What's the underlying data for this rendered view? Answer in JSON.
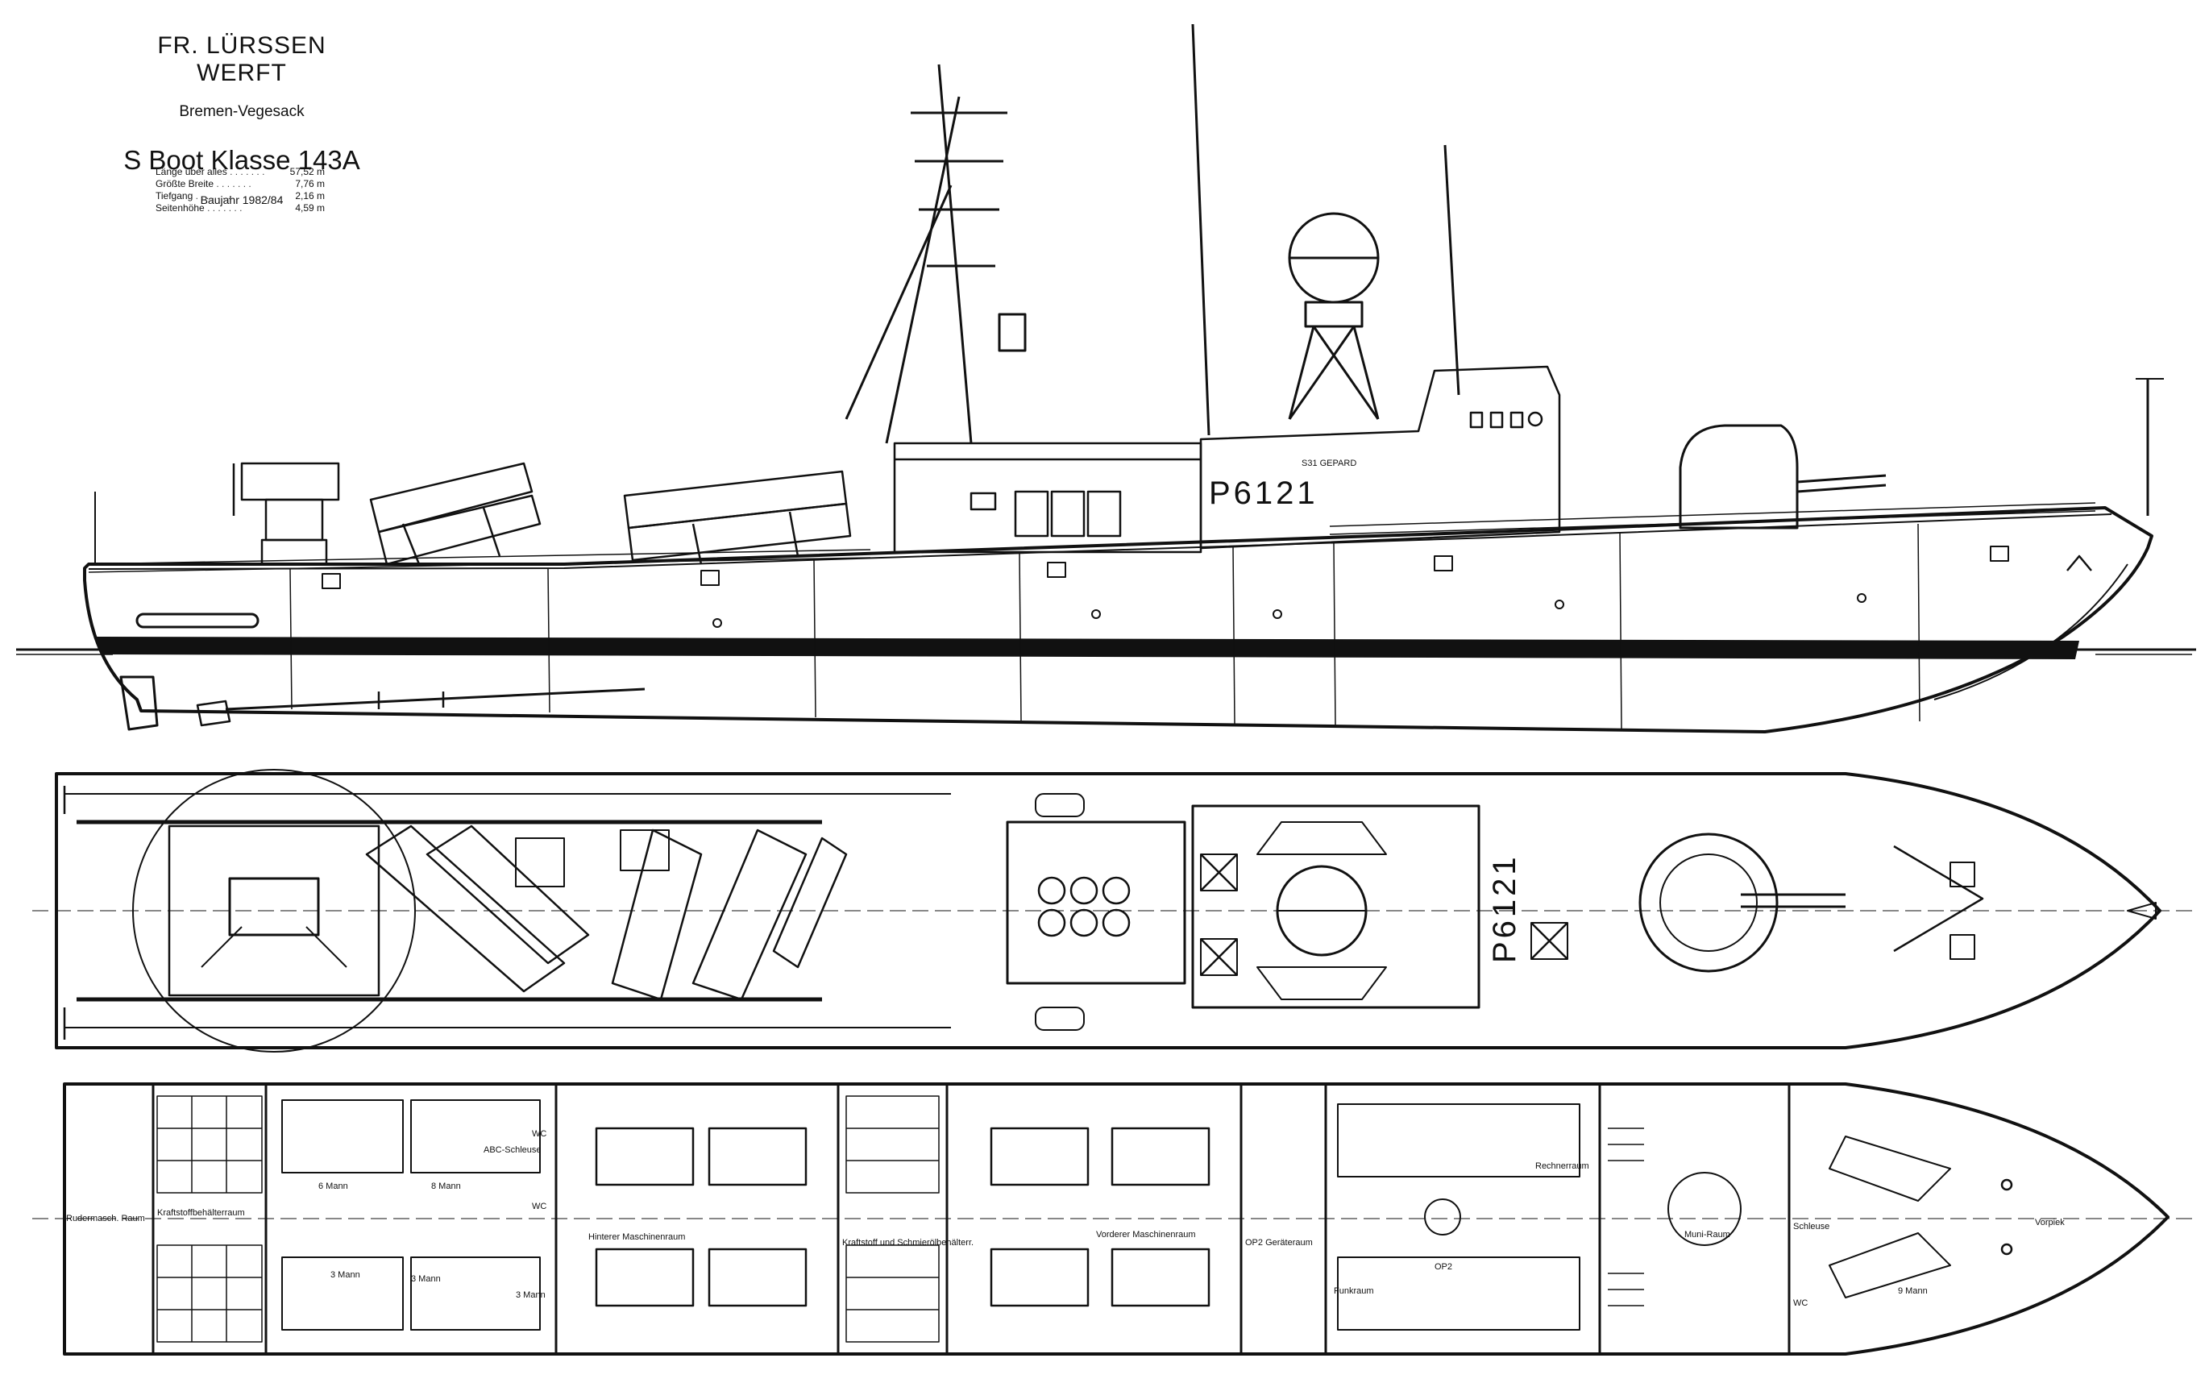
{
  "title_block": {
    "shipyard": "FR. LÜRSSEN WERFT",
    "location": "Bremen-Vegesack",
    "class_name": "S Boot Klasse 143A",
    "build_years": "Baujahr 1982/84",
    "specs": [
      {
        "label": "Länge über alles",
        "value": "57,52 m"
      },
      {
        "label": "Größte Breite",
        "value": "7,76 m"
      },
      {
        "label": "Tiefgang",
        "value": "2,16 m"
      },
      {
        "label": "Seitenhöhe",
        "value": "4,59 m"
      }
    ]
  },
  "hull_number": "P6121",
  "ship_name_plate": "S31 GEPARD",
  "rooms": {
    "rudder": "Rudermasch. Raum",
    "fuel_aft": "Kraftstoffbehälterraum",
    "mann_6": "6 Mann",
    "mann_8": "8 Mann",
    "mann_3a": "3 Mann",
    "mann_3b": "3 Mann",
    "mann_3c": "3 Mann",
    "abc": "ABC-Schleuse",
    "wc_a": "WC",
    "wc_b": "WC",
    "rear_engine": "Hinterer Maschinenraum",
    "fuel_oil": "Kraftstoff und Schmierölbehälterr.",
    "front_engine": "Vorderer Maschinenraum",
    "op2_gear": "OP2 Geräteraum",
    "radio": "Funkraum",
    "op2": "OP2",
    "computer": "Rechnerraum",
    "ammo": "Muni-Raum",
    "lock": "Schleuse",
    "mann_9": "9 Mann",
    "wc_c": "WC",
    "forepeak": "Vorpiek"
  }
}
